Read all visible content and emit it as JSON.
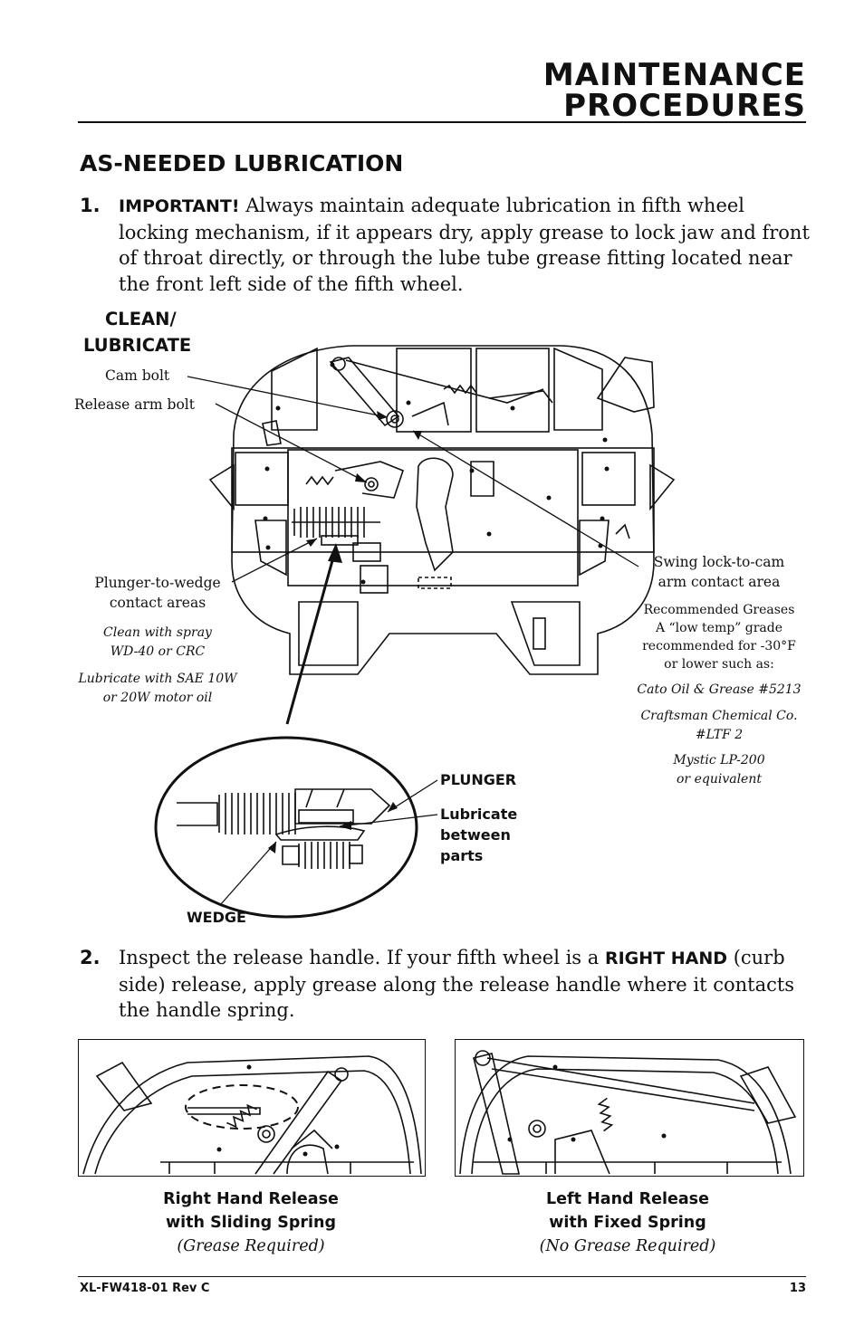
{
  "header": {
    "title_line1": "MAINTENANCE",
    "title_line2": "PROCEDURES"
  },
  "section": {
    "heading": "AS-NEEDED LUBRICATION"
  },
  "step1": {
    "number": "1.",
    "keyword": "IMPORTANT!",
    "text": " Always maintain adequate lubrication in fifth wheel locking mechanism, if it appears dry, apply grease to lock jaw and front of throat directly, or through the lube tube grease fitting located near the front left side of the fifth wheel."
  },
  "diagram": {
    "clean_lubricate_line1": "CLEAN/",
    "clean_lubricate_line2": "LUBRICATE",
    "cam_bolt": "Cam bolt",
    "release_arm_bolt": "Release arm bolt",
    "plunger_wedge_line1": "Plunger-to-wedge",
    "plunger_wedge_line2": "contact areas",
    "clean_spray_line1": "Clean with spray",
    "clean_spray_line2": "WD-40 or CRC",
    "lubricate_oil_line1": "Lubricate with SAE 10W",
    "lubricate_oil_line2": "or 20W motor oil",
    "swing_lock_line1": "Swing lock-to-cam",
    "swing_lock_line2": "arm contact area",
    "greases_line1": "Recommended Greases",
    "greases_line2": "A “low temp” grade",
    "greases_line3": "recommended for -30°F",
    "greases_line4": "or lower such as:",
    "grease_1": "Cato Oil & Grease #5213",
    "grease_2_line1": "Craftsman Chemical Co.",
    "grease_2_line2": "#LTF 2",
    "grease_3_line1": "Mystic LP-200",
    "grease_3_line2": "or equivalent",
    "plunger": "PLUNGER",
    "lubricate_between_line1": "Lubricate",
    "lubricate_between_line2": "between",
    "lubricate_between_line3": "parts",
    "wedge": "WEDGE"
  },
  "step2": {
    "number": "2.",
    "text_before": "Inspect the release handle. If your fifth wheel is a ",
    "keyword": "RIGHT HAND",
    "text_after": " (curb side) release, apply grease along the release handle where it contacts the handle spring."
  },
  "figures": {
    "left_caption_line1": "Right Hand Release",
    "left_caption_line2": "with Sliding Spring",
    "left_caption_line3": "(Grease Required)",
    "right_caption_line1": "Left Hand Release",
    "right_caption_line2": "with Fixed Spring",
    "right_caption_line3": "(No Grease Required)"
  },
  "footer": {
    "doc_id": "XL-FW418-01 Rev C",
    "page": "13"
  }
}
